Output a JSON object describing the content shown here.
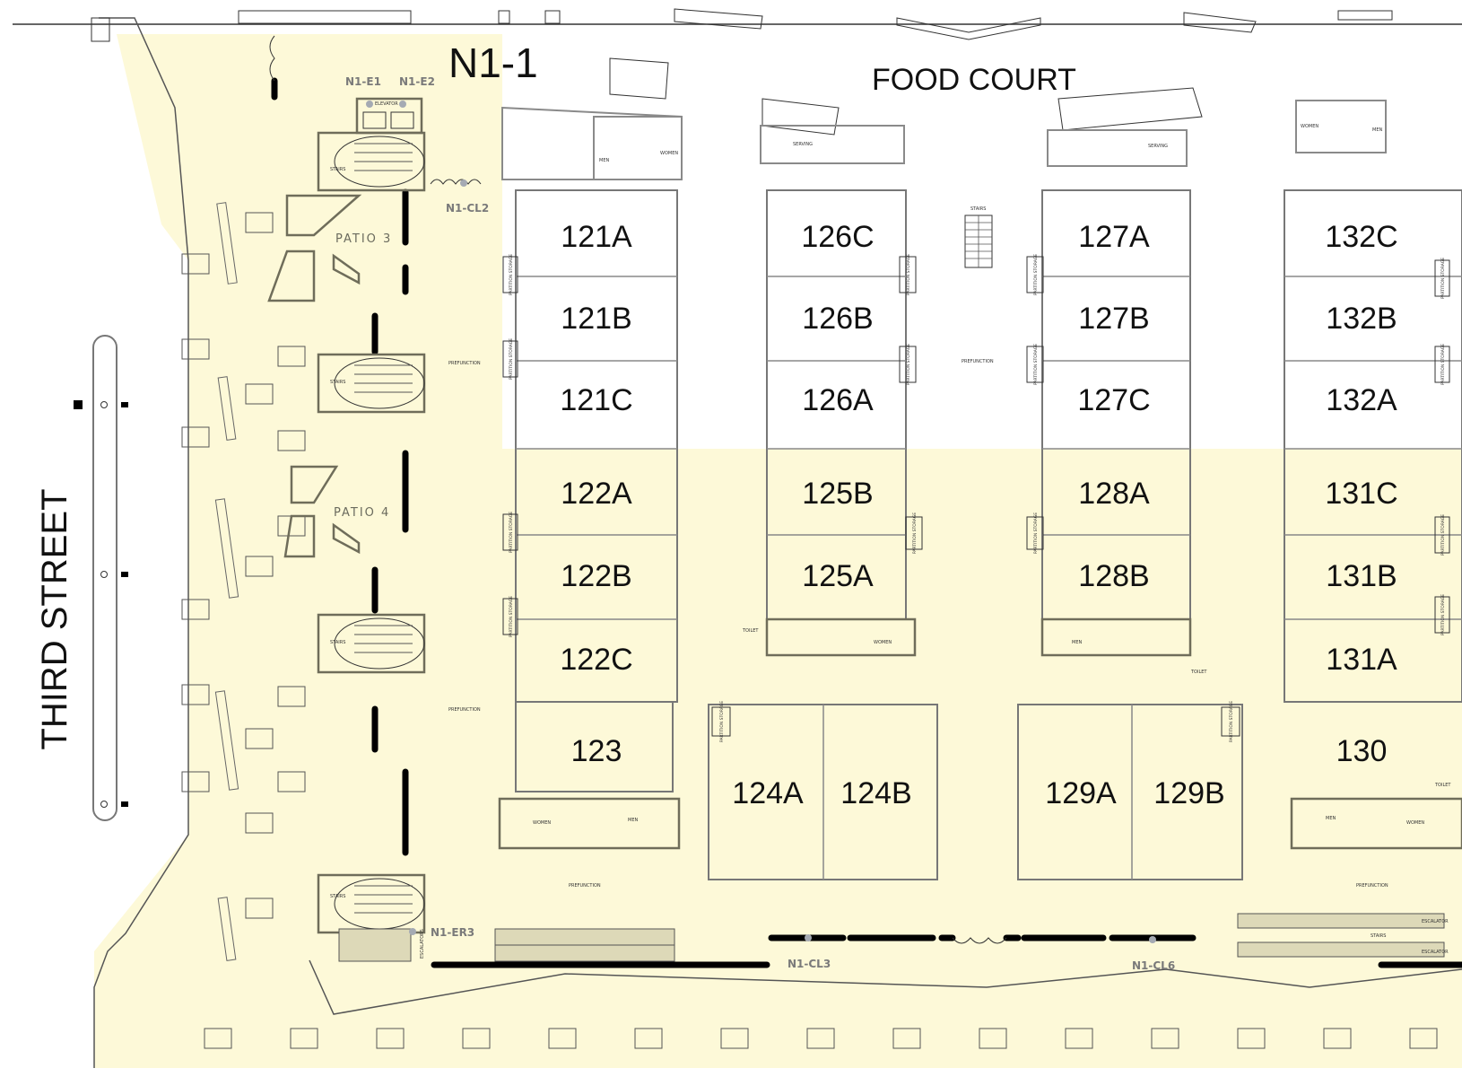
{
  "map": {
    "title": "N1-1",
    "area_label": "FOOD COURT",
    "street_label": "THIRD STREET",
    "colors": {
      "highlight_area": "#fdf9d8",
      "background": "#ffffff",
      "room_wall": "#6f6d5a",
      "label_gray": "#7a7a7a",
      "marker_dot": "#a5aab3"
    },
    "patios": [
      "PATIO 3",
      "PATIO 4"
    ],
    "markers": {
      "elevator_1": "N1-E1",
      "elevator_2": "N1-E2",
      "cl2": "N1-CL2",
      "er3": "N1-ER3",
      "cl3": "N1-CL3",
      "cl6": "N1-CL6"
    },
    "rooms": {
      "r121A": "121A",
      "r121B": "121B",
      "r121C": "121C",
      "r122A": "122A",
      "r122B": "122B",
      "r122C": "122C",
      "r123": "123",
      "r124A": "124A",
      "r124B": "124B",
      "r125A": "125A",
      "r125B": "125B",
      "r126A": "126A",
      "r126B": "126B",
      "r126C": "126C",
      "r127A": "127A",
      "r127B": "127B",
      "r127C": "127C",
      "r128A": "128A",
      "r128B": "128B",
      "r129A": "129A",
      "r129B": "129B",
      "r130": "130",
      "r131A": "131A",
      "r131B": "131B",
      "r131C": "131C",
      "r132A": "132A",
      "r132B": "132B",
      "r132C": "132C"
    },
    "small_labels": {
      "prefunction": "PREFUNCTION",
      "partition_storage": "PARTITION STORAGE",
      "stairs": "STAIRS",
      "elevator": "ELEVATOR",
      "serving": "SERVING",
      "men": "MEN",
      "women": "WOMEN",
      "toilet": "TOILET",
      "escalator": "ESCALATOR",
      "escalators": "ESCALATORS"
    }
  }
}
